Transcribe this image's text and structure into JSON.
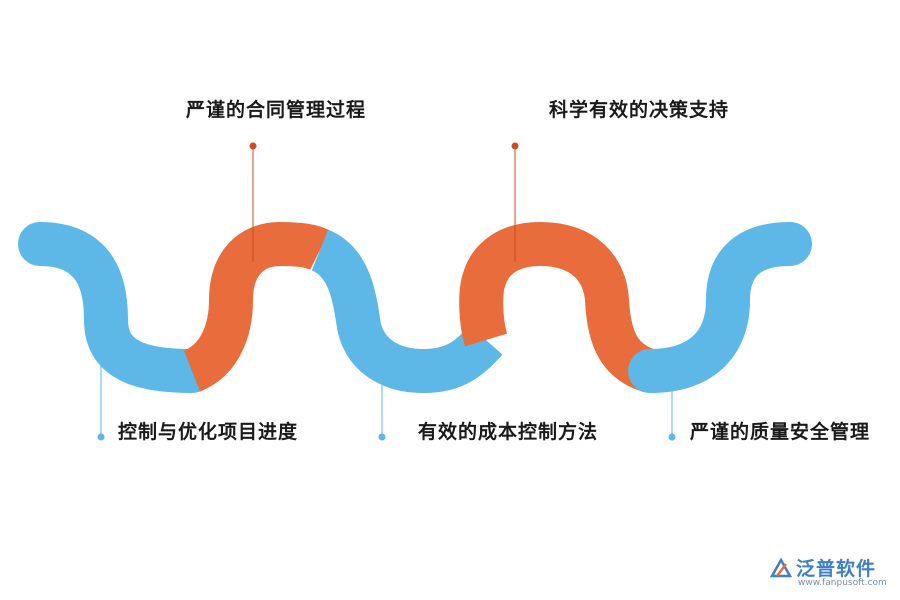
{
  "diagram": {
    "top_labels": [
      "严谨的合同管理过程",
      "科学有效的决策支持"
    ],
    "bottom_labels": [
      "控制与优化项目进度",
      "有效的成本控制方法",
      "严谨的质量安全管理"
    ],
    "colors": {
      "blue": "#5db7e7",
      "orange": "#e86c3c",
      "dot_orange": "#c94d24",
      "dot_blue": "#5db7e7"
    }
  },
  "logo": {
    "name": "泛普软件",
    "url": "www.fanpusoft.com"
  }
}
